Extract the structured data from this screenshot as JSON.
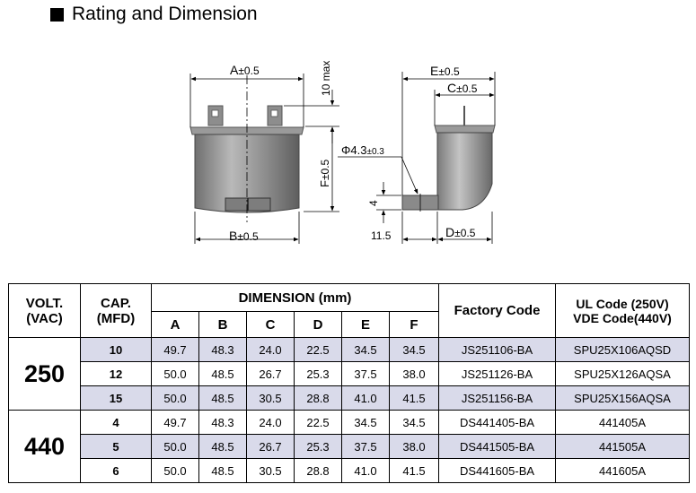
{
  "section": {
    "title": "Rating and Dimension"
  },
  "drawing": {
    "dim_a": "A",
    "dim_b": "B",
    "dim_c": "C",
    "dim_d": "D",
    "dim_e": "E",
    "dim_f": "F",
    "tol": "±0.5",
    "tol_small": "±0.3",
    "hole_label": "Φ4.3",
    "max_label": "10 max",
    "tab_height": "4",
    "tab_length": "11.5"
  },
  "table": {
    "headers": {
      "volt_line1": "VOLT.",
      "volt_line2": "(VAC)",
      "cap_line1": "CAP.",
      "cap_line2": "(MFD)",
      "dimension": "DIMENSION (mm)",
      "factory_code": "Factory Code",
      "ul_line1": "UL Code (250V)",
      "ul_line2": "VDE Code(440V)",
      "cols": [
        "A",
        "B",
        "C",
        "D",
        "E",
        "F"
      ]
    },
    "groups": [
      {
        "volt": "250",
        "rows": [
          {
            "cap": "10",
            "a": "49.7",
            "b": "48.3",
            "c": "24.0",
            "d": "22.5",
            "e": "34.5",
            "f": "34.5",
            "factory": "JS251106-BA",
            "ul": "SPU25X106AQSD"
          },
          {
            "cap": "12",
            "a": "50.0",
            "b": "48.5",
            "c": "26.7",
            "d": "25.3",
            "e": "37.5",
            "f": "38.0",
            "factory": "JS251126-BA",
            "ul": "SPU25X126AQSA"
          },
          {
            "cap": "15",
            "a": "50.0",
            "b": "48.5",
            "c": "30.5",
            "d": "28.8",
            "e": "41.0",
            "f": "41.5",
            "factory": "JS251156-BA",
            "ul": "SPU25X156AQSA"
          }
        ]
      },
      {
        "volt": "440",
        "rows": [
          {
            "cap": "4",
            "a": "49.7",
            "b": "48.3",
            "c": "24.0",
            "d": "22.5",
            "e": "34.5",
            "f": "34.5",
            "factory": "DS441405-BA",
            "ul": "441405A"
          },
          {
            "cap": "5",
            "a": "50.0",
            "b": "48.5",
            "c": "26.7",
            "d": "25.3",
            "e": "37.5",
            "f": "38.0",
            "factory": "DS441505-BA",
            "ul": "441505A"
          },
          {
            "cap": "6",
            "a": "50.0",
            "b": "48.5",
            "c": "30.5",
            "d": "28.8",
            "e": "41.0",
            "f": "41.5",
            "factory": "DS441605-BA",
            "ul": "441605A"
          }
        ]
      }
    ]
  },
  "colors": {
    "row_shade": "#d9daea",
    "body_gray": "#8c8c8c"
  }
}
